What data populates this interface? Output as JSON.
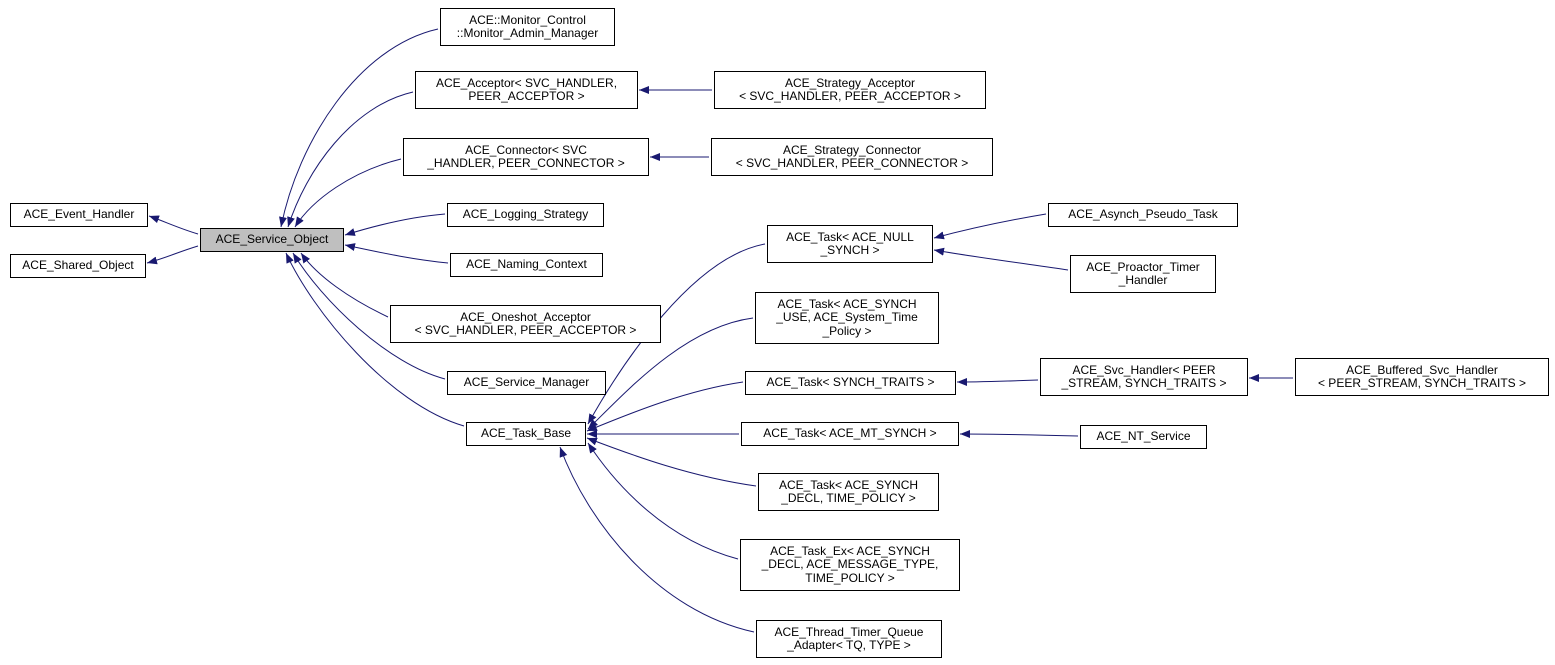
{
  "diagram": {
    "kind": "class-inheritance-graph",
    "focus_class": "ACE_Service_Object",
    "edge_color": "#191970",
    "focus_fill": "#bfbfbf",
    "node_border": "#000000"
  },
  "nodes": {
    "event_handler": {
      "lines": [
        "ACE_Event_Handler"
      ]
    },
    "shared_object": {
      "lines": [
        "ACE_Shared_Object"
      ]
    },
    "service_object": {
      "lines": [
        "ACE_Service_Object"
      ]
    },
    "monitor_admin_manager": {
      "lines": [
        "ACE::Monitor_Control",
        "::Monitor_Admin_Manager"
      ]
    },
    "acceptor": {
      "lines": [
        "ACE_Acceptor< SVC_HANDLER,",
        "PEER_ACCEPTOR >"
      ]
    },
    "connector": {
      "lines": [
        "ACE_Connector< SVC",
        "_HANDLER, PEER_CONNECTOR >"
      ]
    },
    "logging_strategy": {
      "lines": [
        "ACE_Logging_Strategy"
      ]
    },
    "naming_context": {
      "lines": [
        "ACE_Naming_Context"
      ]
    },
    "oneshot_acceptor": {
      "lines": [
        "ACE_Oneshot_Acceptor",
        "< SVC_HANDLER, PEER_ACCEPTOR >"
      ]
    },
    "service_manager": {
      "lines": [
        "ACE_Service_Manager"
      ]
    },
    "task_base": {
      "lines": [
        "ACE_Task_Base"
      ]
    },
    "strategy_acceptor": {
      "lines": [
        "ACE_Strategy_Acceptor",
        "< SVC_HANDLER, PEER_ACCEPTOR >"
      ]
    },
    "strategy_connector": {
      "lines": [
        "ACE_Strategy_Connector",
        "< SVC_HANDLER, PEER_CONNECTOR >"
      ]
    },
    "task_null_synch": {
      "lines": [
        "ACE_Task< ACE_NULL",
        "_SYNCH >"
      ]
    },
    "task_system_time": {
      "lines": [
        "ACE_Task< ACE_SYNCH",
        "_USE, ACE_System_Time",
        "_Policy >"
      ]
    },
    "task_synch_traits": {
      "lines": [
        "ACE_Task< SYNCH_TRAITS >"
      ]
    },
    "task_mt_synch": {
      "lines": [
        "ACE_Task< ACE_MT_SYNCH >"
      ]
    },
    "task_synch_decl": {
      "lines": [
        "ACE_Task< ACE_SYNCH",
        "_DECL, TIME_POLICY >"
      ]
    },
    "task_ex": {
      "lines": [
        "ACE_Task_Ex< ACE_SYNCH",
        "_DECL, ACE_MESSAGE_TYPE,",
        "TIME_POLICY >"
      ]
    },
    "thread_timer_queue_adapter": {
      "lines": [
        "ACE_Thread_Timer_Queue",
        "_Adapter< TQ, TYPE >"
      ]
    },
    "asynch_pseudo_task": {
      "lines": [
        "ACE_Asynch_Pseudo_Task"
      ]
    },
    "proactor_timer_handler": {
      "lines": [
        "ACE_Proactor_Timer",
        "_Handler"
      ]
    },
    "svc_handler": {
      "lines": [
        "ACE_Svc_Handler< PEER",
        "_STREAM, SYNCH_TRAITS >"
      ]
    },
    "buffered_svc_handler": {
      "lines": [
        "ACE_Buffered_Svc_Handler",
        "< PEER_STREAM, SYNCH_TRAITS >"
      ]
    },
    "nt_service": {
      "lines": [
        "ACE_NT_Service"
      ]
    }
  },
  "edges": [
    {
      "from": "service_object",
      "to": "event_handler"
    },
    {
      "from": "service_object",
      "to": "shared_object"
    },
    {
      "from": "monitor_admin_manager",
      "to": "service_object"
    },
    {
      "from": "acceptor",
      "to": "service_object"
    },
    {
      "from": "connector",
      "to": "service_object"
    },
    {
      "from": "logging_strategy",
      "to": "service_object"
    },
    {
      "from": "naming_context",
      "to": "service_object"
    },
    {
      "from": "oneshot_acceptor",
      "to": "service_object"
    },
    {
      "from": "service_manager",
      "to": "service_object"
    },
    {
      "from": "task_base",
      "to": "service_object"
    },
    {
      "from": "strategy_acceptor",
      "to": "acceptor"
    },
    {
      "from": "strategy_connector",
      "to": "connector"
    },
    {
      "from": "task_null_synch",
      "to": "task_base"
    },
    {
      "from": "task_system_time",
      "to": "task_base"
    },
    {
      "from": "task_synch_traits",
      "to": "task_base"
    },
    {
      "from": "task_mt_synch",
      "to": "task_base"
    },
    {
      "from": "task_synch_decl",
      "to": "task_base"
    },
    {
      "from": "task_ex",
      "to": "task_base"
    },
    {
      "from": "thread_timer_queue_adapter",
      "to": "task_base"
    },
    {
      "from": "asynch_pseudo_task",
      "to": "task_null_synch"
    },
    {
      "from": "proactor_timer_handler",
      "to": "task_null_synch"
    },
    {
      "from": "svc_handler",
      "to": "task_synch_traits"
    },
    {
      "from": "buffered_svc_handler",
      "to": "svc_handler"
    },
    {
      "from": "nt_service",
      "to": "task_mt_synch"
    }
  ]
}
